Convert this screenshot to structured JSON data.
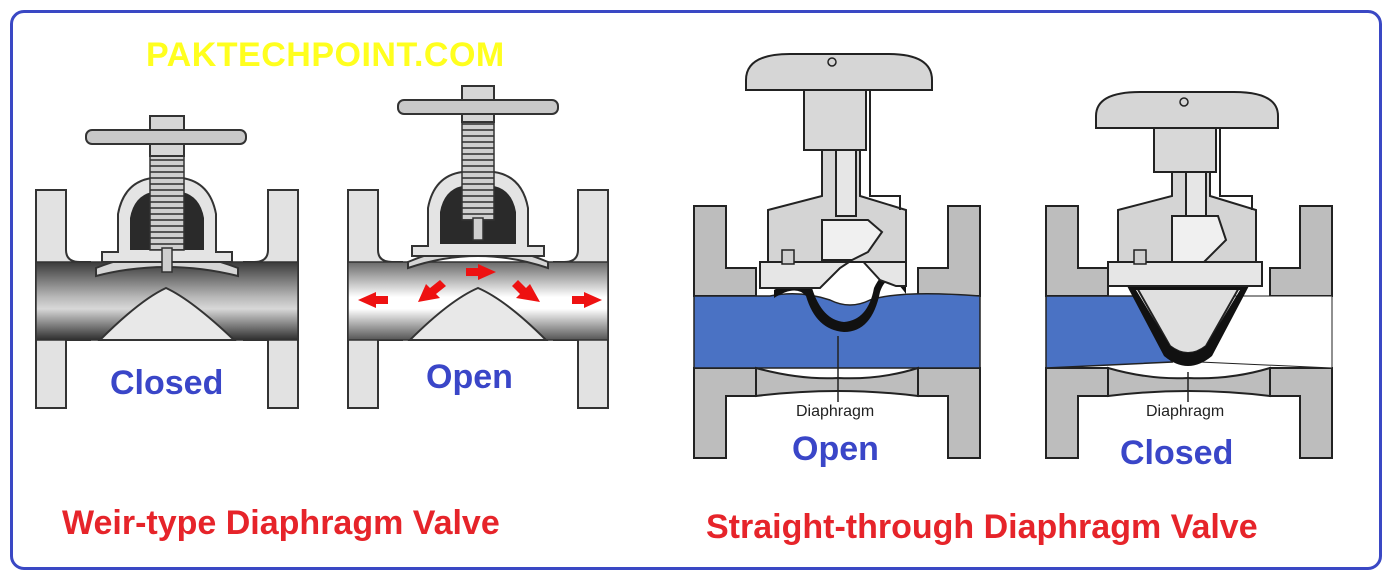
{
  "brand": "PAKTECHPOINT.COM",
  "weir": {
    "closed_label": "Closed",
    "open_label": "Open",
    "caption": "Weir-type Diaphragm Valve"
  },
  "straight": {
    "open_label": "Open",
    "closed_label": "Closed",
    "diaphragm_label_1": "Diaphragm",
    "diaphragm_label_2": "Diaphragm",
    "caption": "Straight-through Diaphragm Valve"
  },
  "colors": {
    "frame": "#3a48c4",
    "brand": "#ffff1e",
    "state_label": "#3a46c8",
    "caption": "#e6242a",
    "fluid": "#4a72c4",
    "flow_arrow": "#ee1111",
    "body_grey": "#c8c8c8"
  }
}
